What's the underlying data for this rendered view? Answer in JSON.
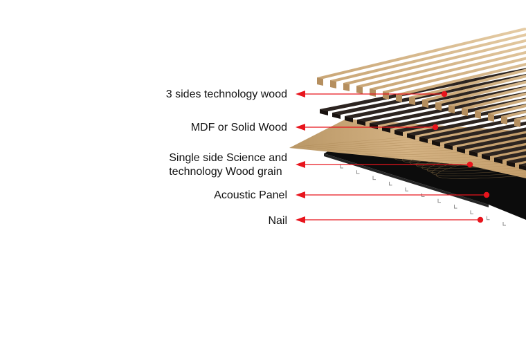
{
  "labels": {
    "layer_1": "3 sides technology wood",
    "layer_2": "MDF or Solid Wood",
    "layer_3_line1": "Single side Science and",
    "layer_3_line2": "technology Wood grain",
    "layer_4": "Acoustic Panel",
    "layer_5": "Nail"
  },
  "colors": {
    "pointer": "#e8141c",
    "wood_light": "#d9bd93",
    "wood_dark": "#2a221e",
    "veneer": "#c9a574",
    "acoustic_panel": "#0c0c0c",
    "nail": "#8a8a8a"
  }
}
